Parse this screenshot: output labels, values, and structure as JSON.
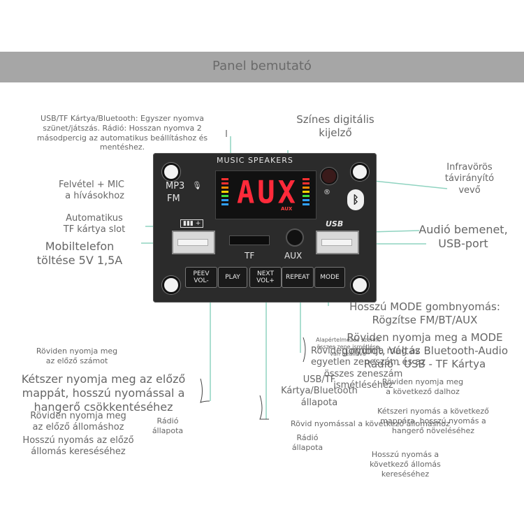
{
  "header": {
    "title": "Panel bemutató"
  },
  "board": {
    "top_label": "MUSIC SPEAKERS",
    "mp3": "MP3",
    "fm": "FM",
    "tf": "TF",
    "aux": "AUX",
    "usb_logo": "USB",
    "display_text": "AUX",
    "display_mode": "AUX",
    "buttons": {
      "prev": "PEEV\nVOL-",
      "play": "PLAY",
      "next": "NEXT\nVOL+",
      "repeat": "REPEAT",
      "mode": "MODE"
    }
  },
  "labels": {
    "usb_tf_bt": "USB/TF Kártya/Bluetooth: Egyszer nyomva\nszünet/játszás. Rádió: Hosszan nyomva 2\nmásodpercig az automatikus beállításhoz és\nmentéshez.",
    "display": "Színes digitális\nkijelző",
    "mic": "Felvétel + MIC\na hívásokhoz",
    "ir": "Infravörös\ntávirányító\nvevő",
    "tf_slot": "Automatikus\nTF kártya slot",
    "phone_charge": "Mobiltelefon\ntöltése 5V 1,5A",
    "audio_in": "Audió bemenet,\nUSB-port",
    "mode_long": "Hosszú MODE gombnyomás:\nRögzítse FM/BT/AUX",
    "mode_short": "Röviden nyomja meg a MODE\ngombot, Váltás Bluetooth-Audio\nRádió - USB - TF Kártya",
    "repeat_default": "Alapértelmezés szerint\nösszes zene ismétlése\nvan beállítva",
    "repeat_single": "Röviden nyomja meg az\negyetlen zeneszám és az\nösszes zeneszám\nismétléséhez",
    "prev_short": "Röviden nyomja meg\naz előző számot",
    "prev_double": "Kétszer nyomja meg az előző\nmappát, hosszú nyomással a\nhangerő csökkentéséhez",
    "prev_station": "Röviden nyomja meg\naz előző állomáshoz",
    "radio_state_left": "Rádió\nállapota",
    "prev_long": "Hosszú nyomás az előző\nállomás kereséséhez",
    "usb_tf_bt_state": "USB/TF\nKártya/Bluetooth\nállapota",
    "next_short": "Röviden nyomja meg\na következő dalhoz",
    "next_double": "Kétszeri nyomás a következő\nmappára, hosszú nyomás a\nhangerő növeléséhez",
    "next_station": "Rövid nyomással a következő állomáshoz",
    "radio_state_mid": "Rádió\nállapota",
    "next_long": "Hosszú nyomás a\nkövetkező állomás\nkereséséhez"
  },
  "colors": {
    "display_red": "#ff2a3a",
    "board": "#2b2b2b",
    "line": "#8fd3c0",
    "header": "#a6a6a6"
  }
}
